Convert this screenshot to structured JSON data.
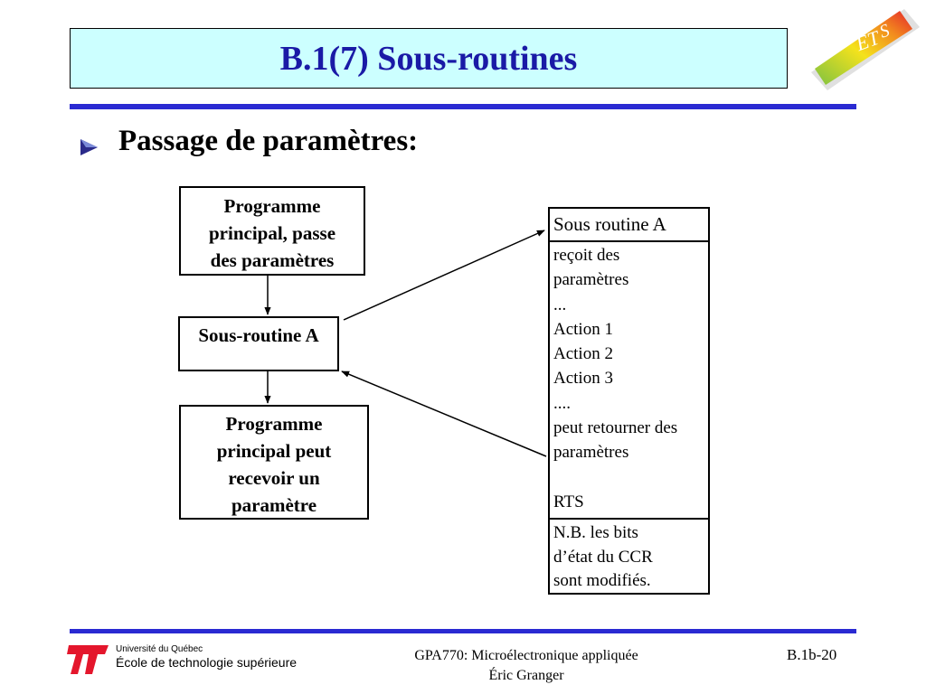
{
  "slide": {
    "title": "B.1(7) Sous-routines",
    "bullet": "Passage de paramètres:"
  },
  "diagram": {
    "main_pass": [
      "Programme",
      "principal, passe",
      "des paramètres"
    ],
    "subroutine": "Sous-routine A",
    "main_receive": [
      "Programme",
      "principal peut",
      "recevoir un",
      "paramètre"
    ]
  },
  "subroutine_table": {
    "header": "Sous routine A",
    "body": [
      "reçoit des",
      "paramètres",
      "...",
      "Action 1",
      "Action 2",
      "Action 3",
      "....",
      "peut retourner des",
      "paramètres",
      "",
      "RTS"
    ],
    "note": [
      "N.B. les bits",
      "d’état du CCR",
      "sont modifiés."
    ]
  },
  "footer": {
    "university_small": "Université du Québec",
    "university_large": "École de technologie supérieure",
    "course": "GPA770:  Microélectronique appliquée",
    "author": "Éric Granger",
    "page": "B.1b-20"
  },
  "colors": {
    "title_bg": "#ccffff",
    "title_text": "#1a1aa6",
    "rule": "#2a2ad2",
    "uq_red": "#e4162c"
  }
}
